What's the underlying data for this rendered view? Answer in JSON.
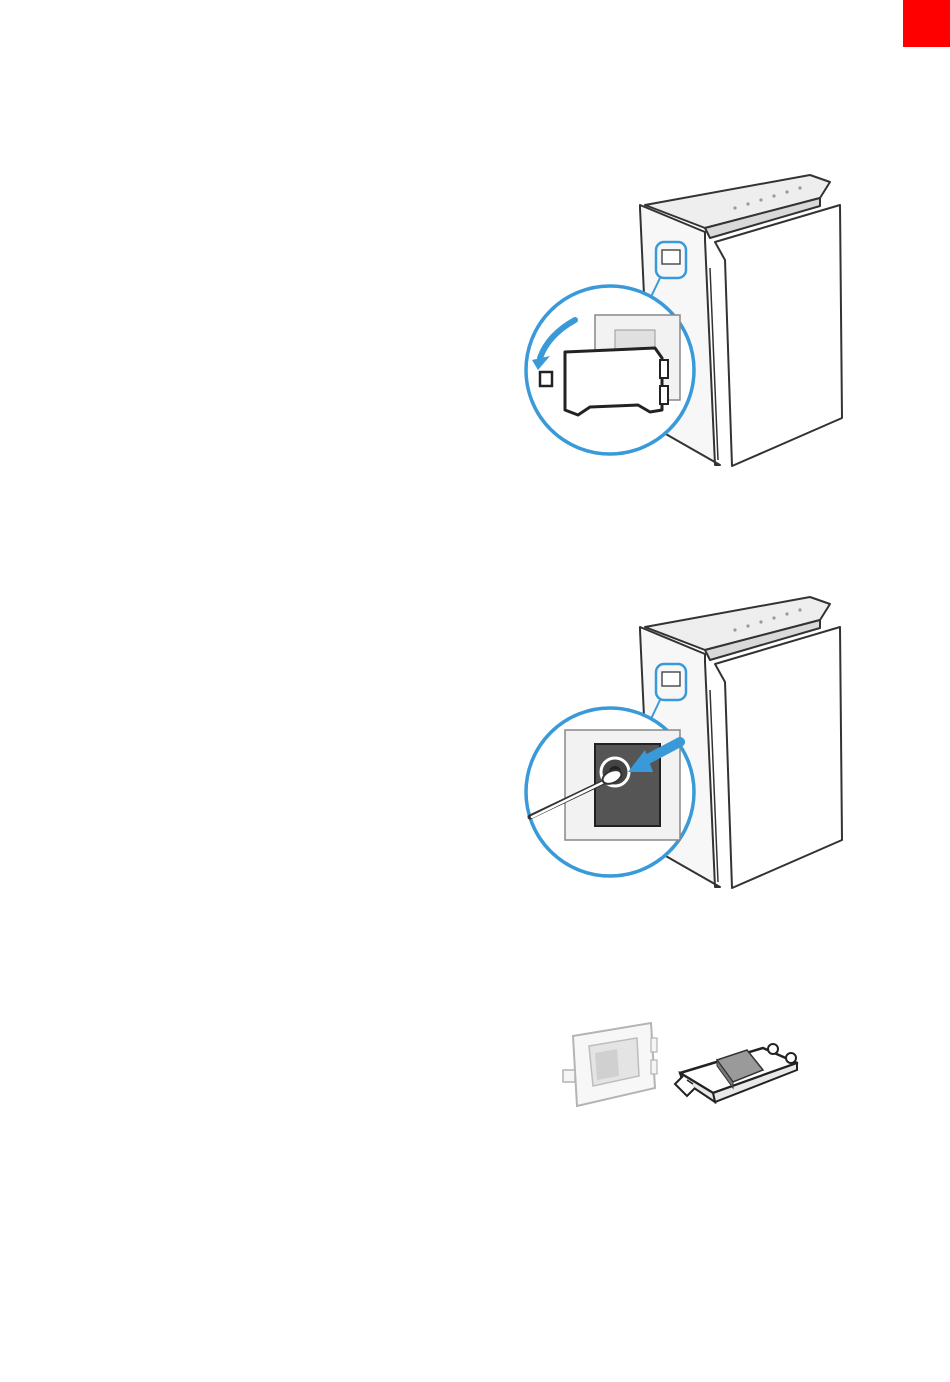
{
  "page": {
    "background": "#ffffff"
  },
  "marker": {
    "color": "#ff0000"
  },
  "illustrations": [
    {
      "id": "step1",
      "icon": "purifier-open-sensor-cover-illustration",
      "callout_color": "#3a9ad9"
    },
    {
      "id": "step2",
      "icon": "purifier-clean-sensor-cotton-swab-illustration",
      "callout_color": "#3a9ad9"
    },
    {
      "id": "step3",
      "icon": "sensor-cover-and-lens-parts-illustration"
    }
  ]
}
